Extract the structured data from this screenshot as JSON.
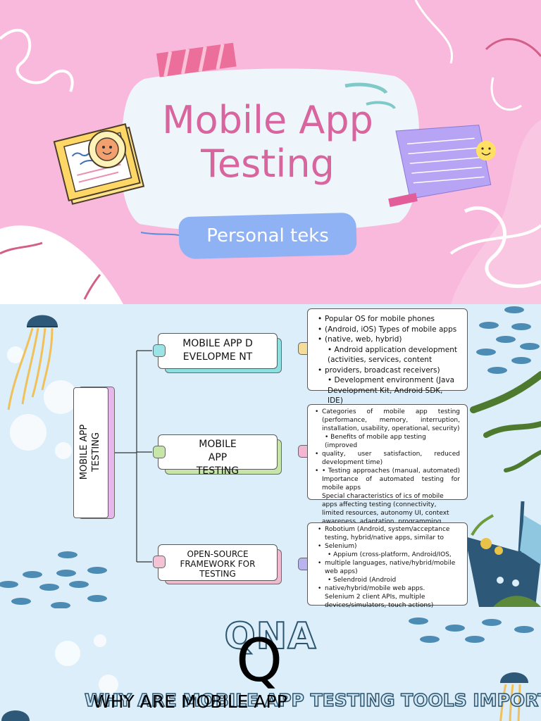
{
  "slide1": {
    "title": "Mobile App Testing",
    "subtitle": "Personal teks",
    "colors": {
      "background": "#f9b9dc",
      "title": "#d9659f",
      "card": "#eef6fb",
      "pill": "#8fb2f5"
    },
    "decor_icons": [
      "sticky-notes-icon",
      "smiley-face-icon",
      "lined-paper-icon",
      "tape-strip-icon"
    ]
  },
  "slide2": {
    "root": {
      "label": "MOBILE APP\nTESTING",
      "accent": "#e7b6ea"
    },
    "branches": [
      {
        "label": "MOBILE APP DEVELOPME NT",
        "accent": "#8edfdf",
        "left_dot": "#9ce3e6",
        "right_dot": "#f4dd9b",
        "details": [
          {
            "type": "bullet",
            "text": "Popular OS for mobile phones"
          },
          {
            "type": "bullet",
            "text": "(Android, iOS) Types of mobile apps"
          },
          {
            "type": "bullet",
            "text": "(native, web, hybrid)"
          },
          {
            "type": "indent",
            "text": "• Android application development (activities, services, content"
          },
          {
            "type": "bullet",
            "text": "providers, broadcast receivers)"
          },
          {
            "type": "indent",
            "text": "• Development environment (Java Development Kit, Android SDK, IDE)"
          }
        ]
      },
      {
        "label": "MOBILE APP TESTING",
        "accent": "#c7e5a8",
        "left_dot": "#c7e5a8",
        "right_dot": "#f3b7d3",
        "details": [
          {
            "type": "bullet",
            "text": "Categories of mobile app testing (performance, memory, interruption, installation, usability, operational, security)"
          },
          {
            "type": "indent",
            "text": "• Benefits of mobile app testing (improved"
          },
          {
            "type": "bullet",
            "text": "quality, user satisfaction, reduced development time)"
          },
          {
            "type": "bullet",
            "text": "• Testing approaches (manual, automated) Importance of automated testing for mobile apps"
          },
          {
            "type": "plain",
            "text": "Special characteristics of ics of mobile apps affecting testing (connectivity, limited resources, autonomy UI, context awareness, adaptation, programming languages, OS. diversity of phones, touch screens)"
          }
        ]
      },
      {
        "label": "OPEN-SOURCE FRAMEWORK FOR TESTING",
        "accent": "#f0b9cd",
        "left_dot": "#f3c2d5",
        "right_dot": "#b9b4ef",
        "details": [
          {
            "type": "bullet",
            "text": "Robotium (Android, system/acceptance testing, hybrid/native apps, similar to"
          },
          {
            "type": "bullet",
            "text": "Selenium)"
          },
          {
            "type": "indent",
            "text": "• Appium (cross-platform, Android/IOS,"
          },
          {
            "type": "bullet",
            "text": "multiple languages, native/hybrid/mobile web apps)"
          },
          {
            "type": "indent",
            "text": "• Selendroid (Android"
          },
          {
            "type": "bullet",
            "text": "native/hybrid/mobile web apps. Selenium 2 client APIs, multiple devices/simulators, touch actions)"
          }
        ]
      }
    ],
    "colors": {
      "background": "#dceef9",
      "connector": "#333333"
    },
    "decor_icons": [
      "jellyfish-icon",
      "fish-school-icon",
      "seaweed-icon",
      "shipwreck-icon",
      "bubble-icon"
    ]
  },
  "slide3": {
    "title": "QNA",
    "question": "WHY ARE MOBILE APP TESTING TOOLS IMPORTANT?",
    "overlay_letter": "Q",
    "overlay_question": "WHY ARE MOBILE APP",
    "colors": {
      "outline": "#2c5570",
      "background": "#dceef9"
    },
    "decor_icons": [
      "fish-school-icon",
      "jellyfish-icon"
    ]
  }
}
